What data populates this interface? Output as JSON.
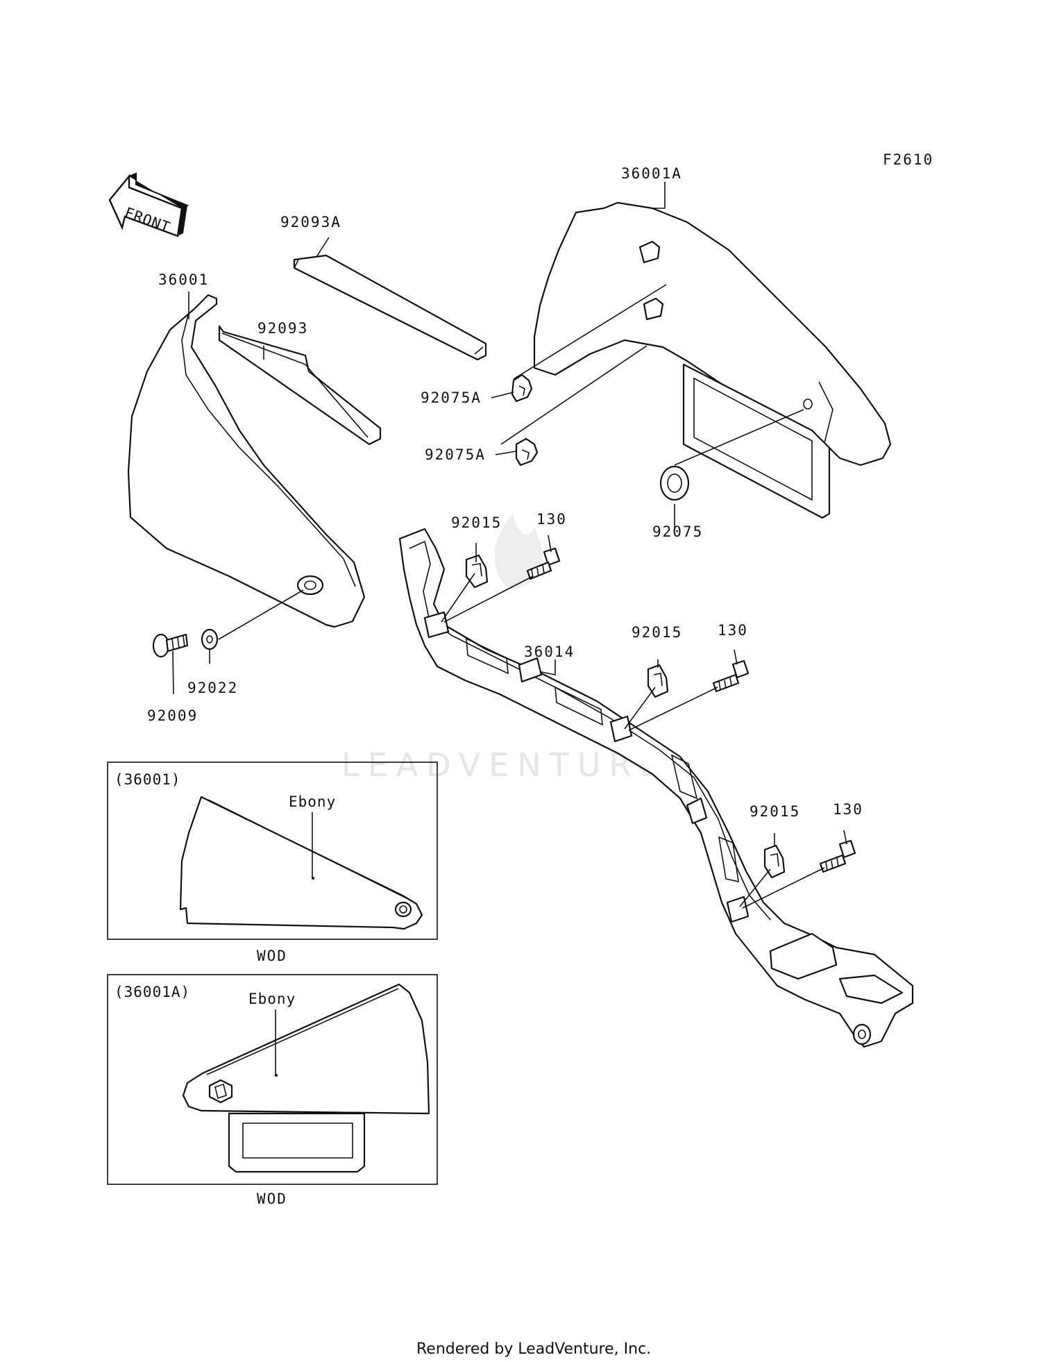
{
  "figure_code": "F2610",
  "watermark": "LEADVENTURE",
  "front_arrow": {
    "label": "FRONT",
    "icon": "front-arrow-icon"
  },
  "labels": {
    "p36001A": "36001A",
    "p92093A": "92093A",
    "p36001": "36001",
    "p92093": "92093",
    "p92075A_1": "92075A",
    "p92075A_2": "92075A",
    "p92075": "92075",
    "p92015_1": "92015",
    "p130_1": "130",
    "p92015_2": "92015",
    "p130_2": "130",
    "p36014": "36014",
    "p92015_3": "92015",
    "p130_3": "130",
    "p92022": "92022",
    "p92009": "92009"
  },
  "insets": [
    {
      "ref": "(36001)",
      "color_label": "Ebony",
      "caption": "WOD"
    },
    {
      "ref": "(36001A)",
      "color_label": "Ebony",
      "caption": "WOD"
    }
  ],
  "footer": "Rendered by LeadVenture, Inc."
}
